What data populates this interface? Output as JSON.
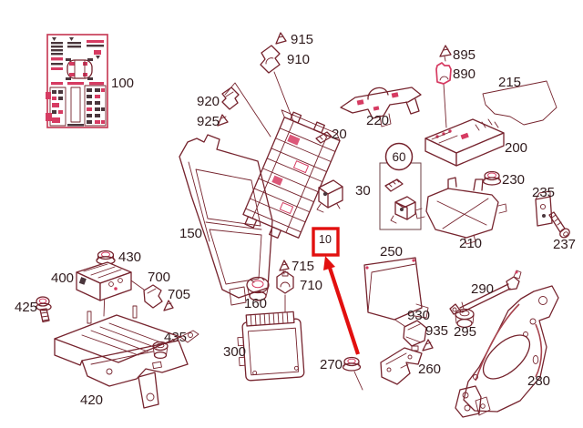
{
  "diagram": {
    "type": "exploded-parts-diagram",
    "description": "Automotive electrical parts diagram (fuse box and control units) with callout numbers",
    "colors": {
      "line_art": "#76242e",
      "accent_pink": "#d63b62",
      "card_border": "#c8405a",
      "label_text": "#2f1b1d",
      "highlight_red": "#e2100f",
      "background": "#ffffff"
    },
    "highlight": {
      "boxed_part": "10",
      "annotation": "red box with red arrow pointing to part 10"
    },
    "labels": {
      "p100": "100",
      "p915": "915",
      "p910": "910",
      "p920": "920",
      "p925": "925",
      "p20": "20",
      "p220": "220",
      "p895": "895",
      "p890": "890",
      "p215": "215",
      "p200": "200",
      "p230": "230",
      "p210": "210",
      "p235": "235",
      "p237": "237",
      "p60": "60",
      "p30": "30",
      "p10": "10",
      "p150": "150",
      "p250": "250",
      "p430": "430",
      "p400": "400",
      "p700": "700",
      "p705": "705",
      "p425": "425",
      "p435": "435",
      "p420": "420",
      "p160": "160",
      "p715": "715",
      "p710": "710",
      "p300": "300",
      "p270": "270",
      "p290": "290",
      "p295": "295",
      "p930": "930",
      "p935": "935",
      "p260": "260",
      "p280": "280"
    }
  }
}
